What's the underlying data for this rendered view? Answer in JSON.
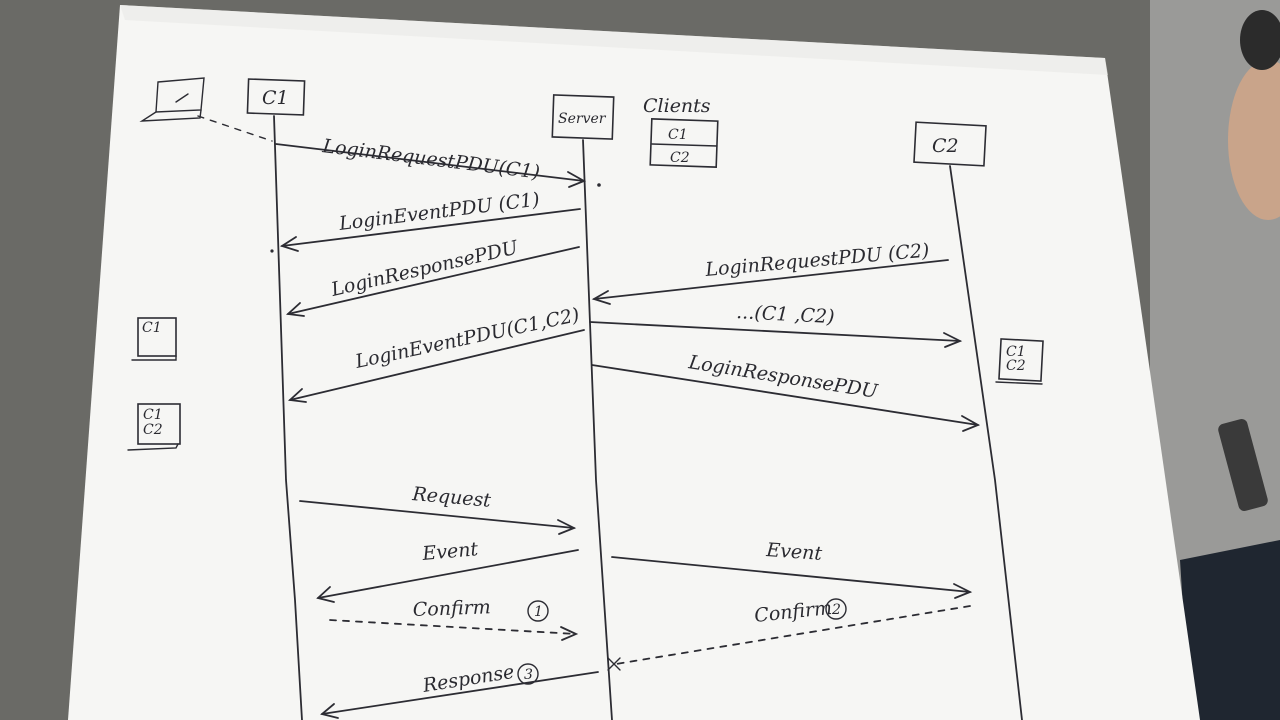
{
  "participants": {
    "c1": "C1",
    "server": "Server",
    "c2": "C2"
  },
  "clients_table": {
    "title": "Clients",
    "rows": [
      "C1",
      "C2"
    ]
  },
  "messages": {
    "login_request_c1": "LoginRequestPDU(C1)",
    "login_event_c1": "LoginEventPDU (C1)",
    "login_response_c1": "LoginResponsePDU",
    "login_request_c2": "LoginRequestPDU (C2)",
    "event_c1_c2_to_c2": "...(C1 ,C2)",
    "login_event_c1_c2": "LoginEventPDU(C1,C2)",
    "login_response_c2": "LoginResponsePDU",
    "request": "Request",
    "event_to_c1": "Event",
    "event_to_c2": "Event",
    "confirm_1": "Confirm",
    "confirm_2": "Confirm",
    "response": "Response"
  },
  "step_markers": {
    "confirm_1": "1",
    "confirm_2": "2",
    "response": "3"
  },
  "side_sketches": {
    "c1_state_1": [
      "C1"
    ],
    "c1_state_2": [
      "C1",
      "C2"
    ],
    "c2_state": [
      "C1",
      "C2"
    ]
  }
}
